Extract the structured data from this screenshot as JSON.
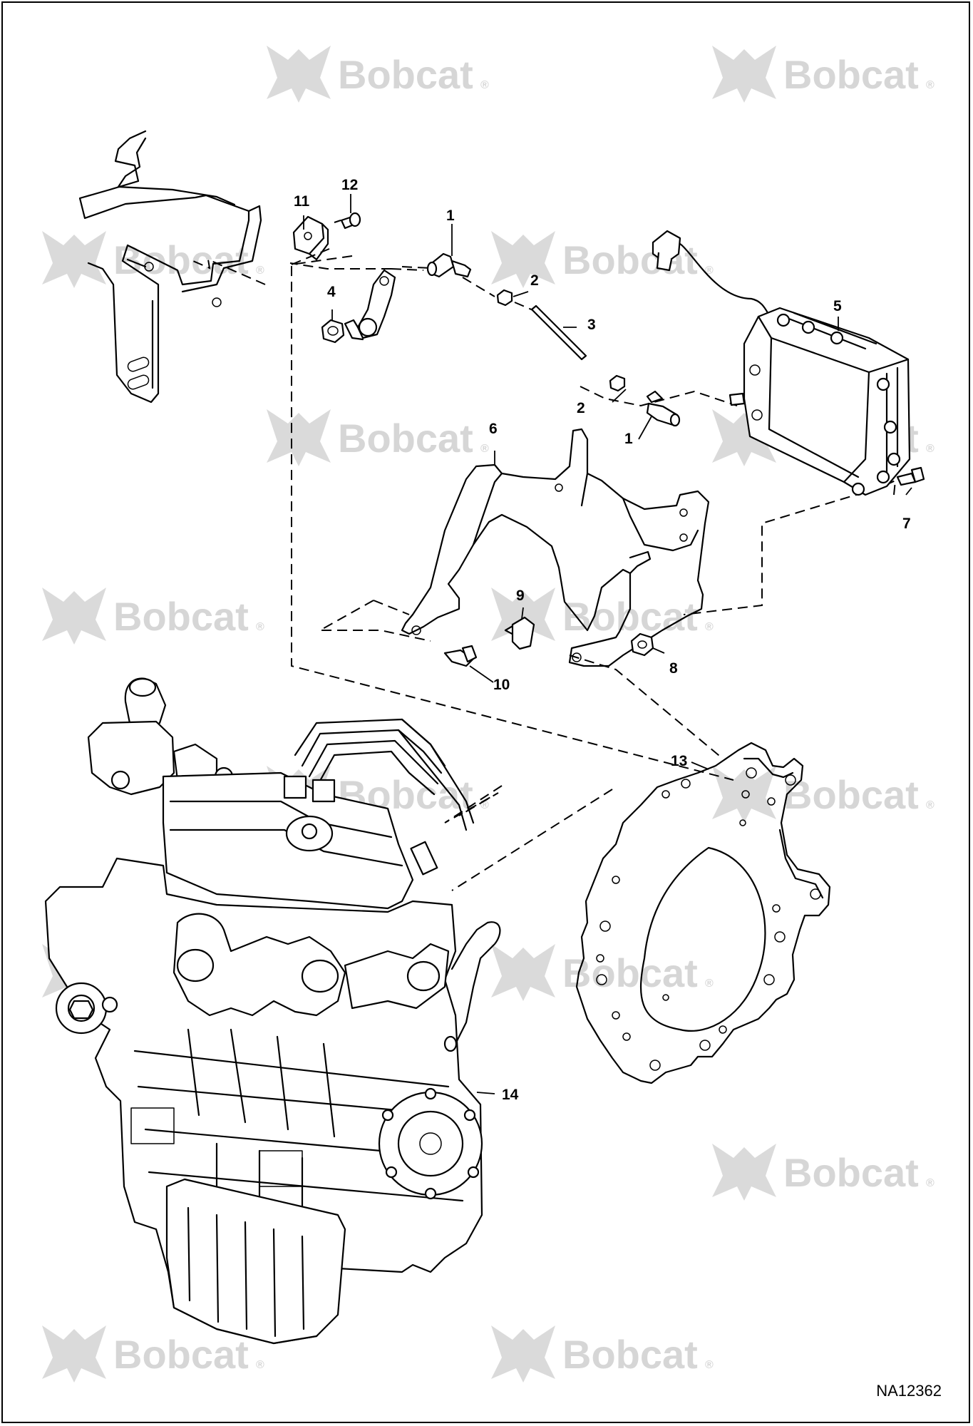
{
  "figure": {
    "id": "NA12362",
    "watermark": "Bobcat",
    "trademark": "®"
  },
  "callouts": [
    "1",
    "1",
    "2",
    "2",
    "3",
    "4",
    "5",
    "6",
    "7",
    "8",
    "9",
    "10",
    "11",
    "12",
    "13",
    "14"
  ],
  "colors": {
    "line": "#000000",
    "background": "#ffffff",
    "watermark": "#d6d6d6"
  }
}
